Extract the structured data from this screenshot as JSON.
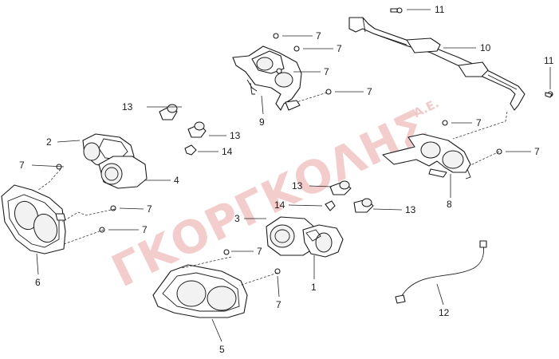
{
  "watermark": {
    "text": "ΓΚΟΡΓΚΟΛΗΣ",
    "suffix": "Α.Ε."
  },
  "callouts": {
    "c1": "1",
    "c2": "2",
    "c3": "3",
    "c4": "4",
    "c5": "5",
    "c6": "6",
    "c7": "7",
    "c8": "8",
    "c9": "9",
    "c10": "10",
    "c11": "11",
    "c12": "12",
    "c13": "13",
    "c14": "14"
  },
  "colors": {
    "linework": "#1a1a1a",
    "watermark": "#e9a3a3",
    "background": "#ffffff"
  }
}
